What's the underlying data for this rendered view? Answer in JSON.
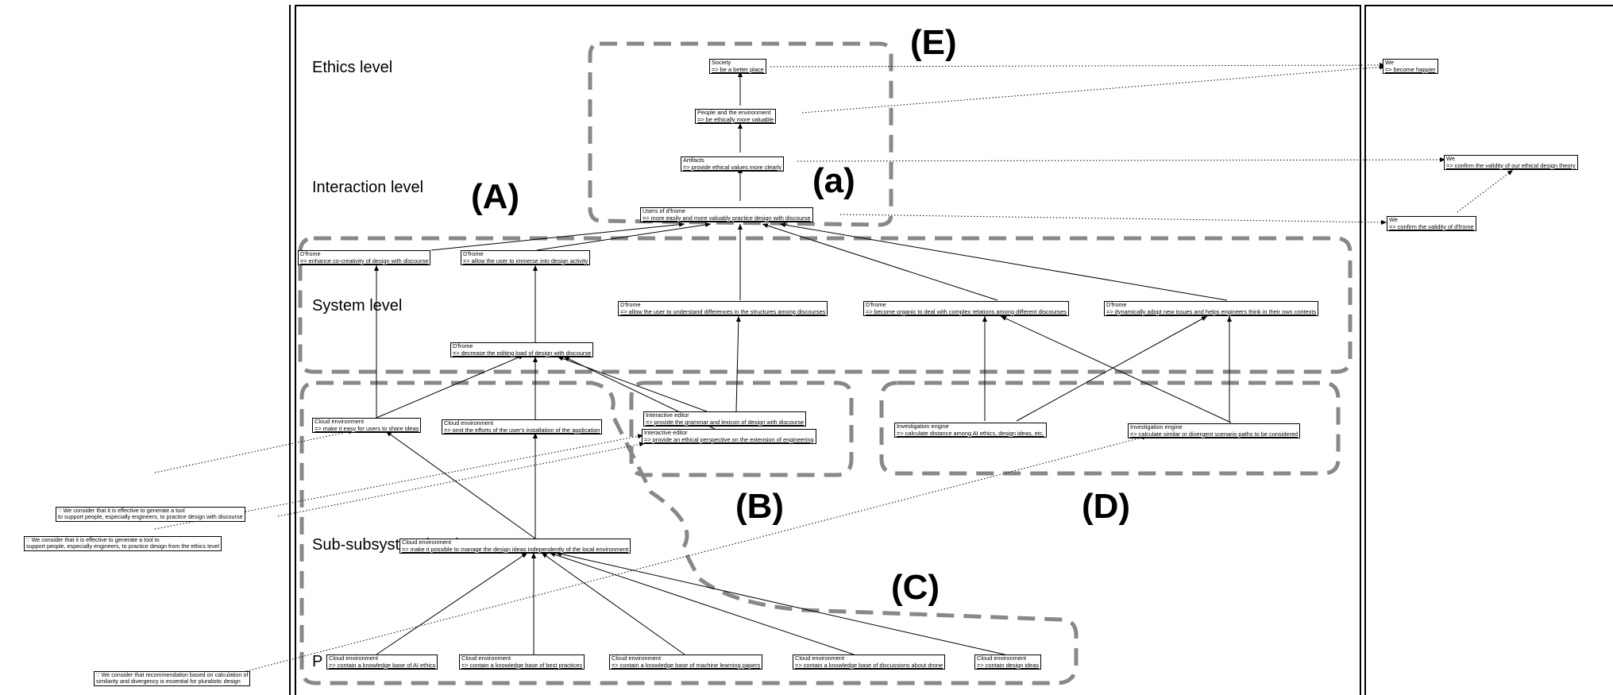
{
  "levels": {
    "ethics": "Ethics level",
    "interaction": "Interaction level",
    "system": "System level",
    "subsub": "Sub-subsystem level",
    "partial": "P"
  },
  "groups": {
    "E": "(E)",
    "a": "(a)",
    "A": "(A)",
    "B": "(B)",
    "C": "(C)",
    "D": "(D)"
  },
  "nodes": {
    "society": {
      "t": "Society",
      "d": "=> be a better place"
    },
    "people": {
      "t": "People and the environment",
      "d": "=> be ethically more valuable"
    },
    "artifacts": {
      "t": "Artifacts",
      "d": "=> provide ethical values more clearly"
    },
    "users": {
      "t": "Users of d'frome",
      "d": "=> more easily and more valuably practice design with discourse"
    },
    "sys1": {
      "t": "D'frome",
      "d": "=> enhance co-creativity of design with discourse"
    },
    "sys2": {
      "t": "D'frome",
      "d": "=> allow the user to immerse into design activity"
    },
    "sys3": {
      "t": "D'frome",
      "d": "=> decrease the editing load of design with discourse"
    },
    "sys4": {
      "t": "D'frome",
      "d": "=> allow the user to understand differences in the structures among discourses"
    },
    "sys5": {
      "t": "D'frome",
      "d": "=> become organic to deal with complex relations among different discourses"
    },
    "sys6": {
      "t": "D'frome",
      "d": "=> dynamically adopt new issues and helps engineers think in their own contexts"
    },
    "cloud1": {
      "t": "Cloud environment",
      "d": "=> make it easy for users to share ideas"
    },
    "cloud2": {
      "t": "Cloud environment",
      "d": "=> omit the efforts of the user's installation of the application"
    },
    "editor1": {
      "t": "Interactive editor",
      "d": "=> provide the grammar and lexicon of design with discourse"
    },
    "editor2": {
      "t": "Interactive editor",
      "d": "=> provide an ethical perspective on the extension of engineering"
    },
    "inv1": {
      "t": "Investigation engine",
      "d": "=> calculate distance among AI ethics, design ideas, etc."
    },
    "inv2": {
      "t": "Investigation engine",
      "d": "=> calculate similar or divergent scenario paths to be considered"
    },
    "cloudM": {
      "t": "Cloud environment",
      "d": "=> make it possible to manage the design ideas independently of the local environment"
    },
    "kb1": {
      "t": "Cloud environment",
      "d": "=> contain a knowledge base of AI ethics"
    },
    "kb2": {
      "t": "Cloud environment",
      "d": "=> contain a knowledge base of best practices"
    },
    "kb3": {
      "t": "Cloud environment",
      "d": "=> contain a knowledge base of machine learning papers"
    },
    "kb4": {
      "t": "Cloud environment",
      "d": "=> contain a knowledge base of discussions about drone"
    },
    "kb5": {
      "t": "Cloud environment",
      "d": "=> contain design ideas"
    },
    "we1": {
      "t": "We",
      "d": "=> become happier"
    },
    "we2": {
      "t": "We",
      "d": "=> confirm the validity of our ethical design theory"
    },
    "we3": {
      "t": "We",
      "d": "=> confirm the validity of d'frome"
    }
  },
  "notes": {
    "n1": {
      "l1": "∵ We consider that it is effective to generate a tool",
      "l2": "to support people, especially engineers, to practice design with discourse"
    },
    "n2": {
      "l1": "∵ We consider that it is effective to generate a tool to",
      "l2": "support people, especially engineers, to practice design from the ethics level"
    },
    "n3": {
      "l1": "∵ We consider that recommendation based on calculation of",
      "l2": "similarity and divergency is essential for pluralistic design"
    }
  }
}
